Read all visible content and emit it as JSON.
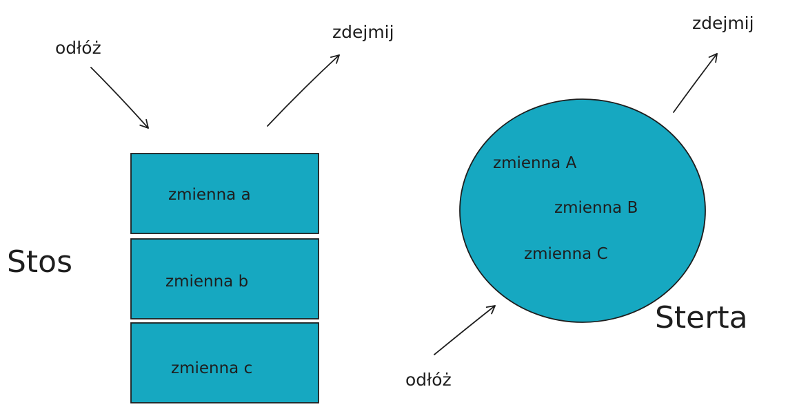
{
  "stack": {
    "title": "Stos",
    "push_label": "odłóż",
    "pop_label": "zdejmij",
    "items": [
      "zmienna a",
      "zmienna b",
      "zmienna c"
    ]
  },
  "heap": {
    "title": "Sterta",
    "push_label": "odłóż",
    "pop_label": "zdejmij",
    "items": [
      "zmienna A",
      "zmienna B",
      "zmienna C"
    ]
  },
  "colors": {
    "fill": "#16a8c1",
    "ink": "#1e1e1e"
  }
}
